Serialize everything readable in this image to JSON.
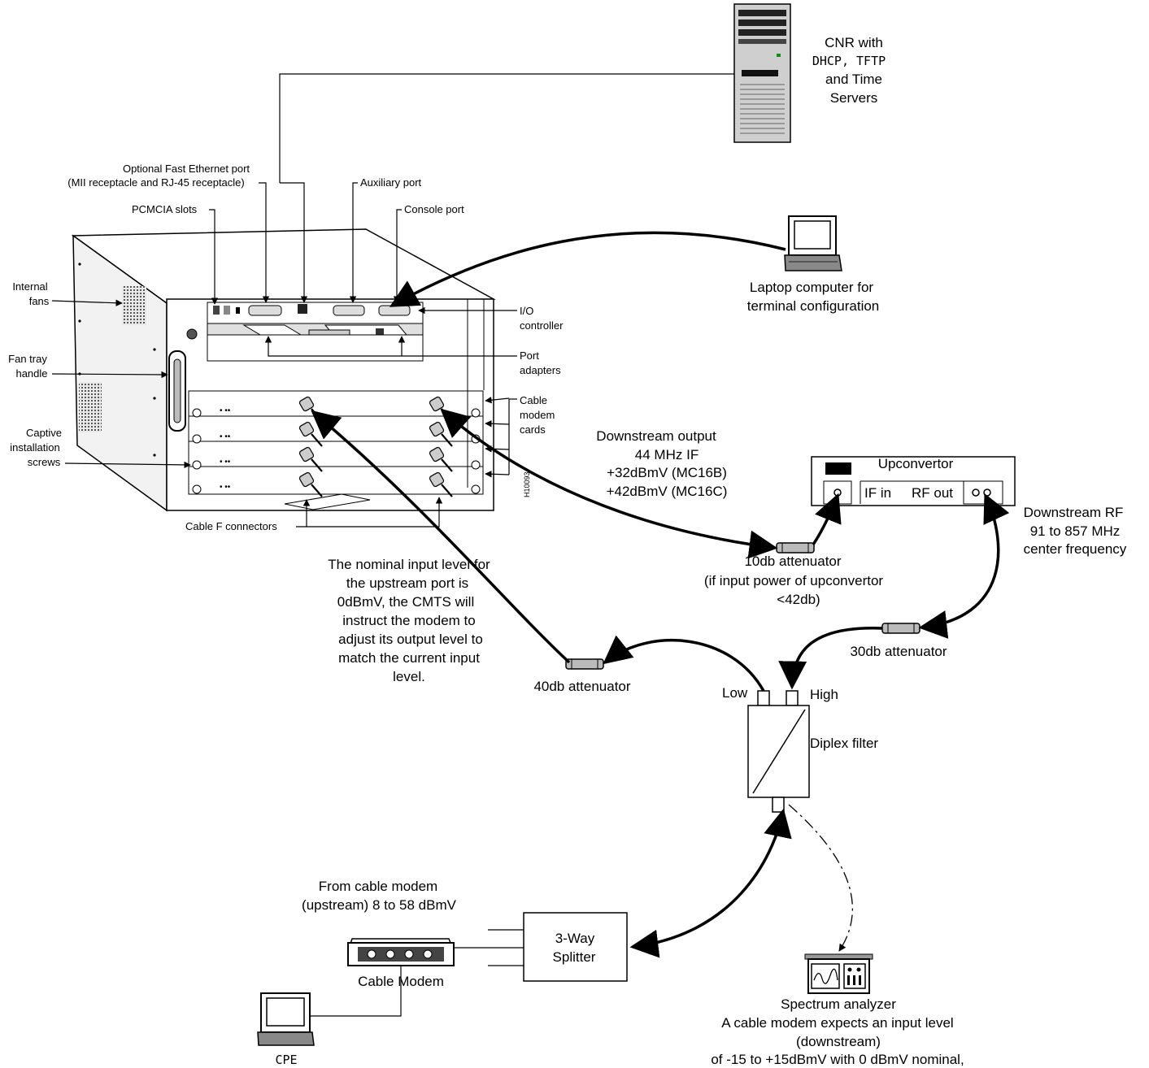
{
  "server": {
    "line1": "CNR with",
    "line2": "DHCP, TFTP",
    "line3": "and Time",
    "line4": "Servers"
  },
  "chassis_callouts": {
    "fast_ethernet_line1": "Optional Fast Ethernet port",
    "fast_ethernet_line2": "(MII receptacle and RJ-45 receptacle)",
    "auxiliary_port": "Auxiliary port",
    "pcmcia_slots": "PCMCIA slots",
    "console_port": "Console port",
    "internal_fans_line1": "Internal",
    "internal_fans_line2": "fans",
    "fan_tray_line1": "Fan tray",
    "fan_tray_line2": "handle",
    "captive_line1": "Captive",
    "captive_line2": "installation",
    "captive_line3": "screws",
    "io_line1": "I/O",
    "io_line2": "controller",
    "port_adapters_line1": "Port",
    "port_adapters_line2": "adapters",
    "cable_modem_cards_line1": "Cable",
    "cable_modem_cards_line2": "modem",
    "cable_modem_cards_line3": "cards",
    "cable_f_connectors": "Cable F connectors",
    "figure_id": "H10093"
  },
  "laptop": {
    "line1": "Laptop computer for",
    "line2": "terminal configuration"
  },
  "downstream_output": {
    "line1": "Downstream output",
    "line2": "44 MHz IF",
    "line3": "+32dBmV (MC16B)",
    "line4": "+42dBmV (MC16C)"
  },
  "upconvertor": {
    "title": "Upconvertor",
    "if_in": "IF in",
    "rf_out": "RF out"
  },
  "downstream_rf": {
    "line1": "Downstream RF",
    "line2": "91 to 857 MHz",
    "line3": "center frequency"
  },
  "attenuator_10db": {
    "line1": "10db attenuator",
    "line2": "(if input power of upconvertor",
    "line3": "<42db)"
  },
  "attenuator_30db": "30db attenuator",
  "attenuator_40db": "40db attenuator",
  "upstream_note": {
    "line1": "The nominal input level for",
    "line2": "the upstream port is",
    "line3": "0dBmV, the CMTS will",
    "line4": "instruct the modem  to",
    "line5": "adjust its output level to",
    "line6": "match the current input",
    "line7": "level."
  },
  "diplex": {
    "low": "Low",
    "high": "High",
    "label": "Diplex filter"
  },
  "cable_modem": {
    "from_line1": "From cable modem",
    "from_line2": "(upstream) 8 to 58 dBmV",
    "label": "Cable Modem"
  },
  "splitter": {
    "line1": "3-Way",
    "line2": "Splitter"
  },
  "cpe": "CPE",
  "spectrum": {
    "line1": "Spectrum analyzer",
    "line2": "A cable modem expects an input level",
    "line3": "(downstream)",
    "line4": "of -15 to +15dBmV with 0 dBmV nominal,"
  }
}
